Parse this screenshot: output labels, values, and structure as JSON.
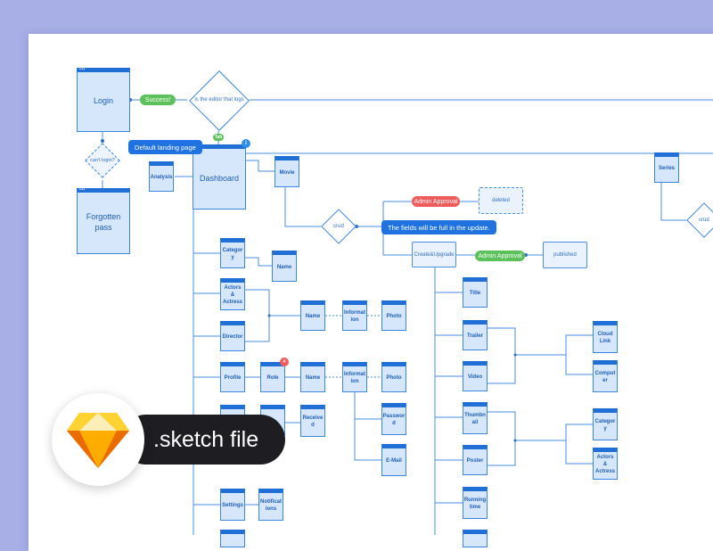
{
  "colors": {
    "background": "#a8aee6",
    "canvas": "#ffffff",
    "node_fill": "#d6e6fb",
    "node_border": "#1f6fd6",
    "line": "#4a8fe3",
    "success_green": "#5cc15a",
    "approval_red": "#ef5b5b",
    "tooltip_blue": "#1f72e0"
  },
  "nodes": {
    "login": "Login",
    "forgotten": "Forgotten pass",
    "dashboard": "Dashboard",
    "analysis": "Analysis",
    "movie": "Movie",
    "series": "Series",
    "category": "Categor y",
    "name1": "Name",
    "actors": "Actors & Actress",
    "director": "Director",
    "name2": "Name",
    "information1": "Informat ion",
    "photo1": "Photo",
    "profile": "Profile",
    "role": "Role",
    "name3": "Name",
    "information2": "Informat ion",
    "photo2": "Photo",
    "received": "Receive d",
    "password": "Passwor d",
    "email": "E-Mail",
    "settings": "Settings",
    "notifications": "Notificat ions",
    "title": "Title",
    "trailer": "Trailer",
    "video": "Video",
    "thumbnail": "Thumbn ail",
    "poster": "Poster",
    "running_time": "Running time",
    "cloud_link": "Cloud Link",
    "computer": "Comput er",
    "category2": "Categor y",
    "actors2": "Actors & Actress",
    "create_upgrade": "Create&Upgrade",
    "deleted": "deleted",
    "published": "published"
  },
  "decisions": {
    "editor": "is the editor that logs",
    "cant_login": "can't login?",
    "crud": "crud",
    "crud2": "crud"
  },
  "labels": {
    "success": "Success!",
    "default_landing": "Default landing page",
    "admin_approval_red": "Admin Approval",
    "admin_approval_green": "Admin Approval",
    "fields_full": "The fields will be full in the update."
  },
  "badges": {
    "info": "i",
    "close": "×",
    "tag": "Tab"
  },
  "sketch": {
    "label": ".sketch file",
    "icon": "sketch-diamond-icon"
  }
}
